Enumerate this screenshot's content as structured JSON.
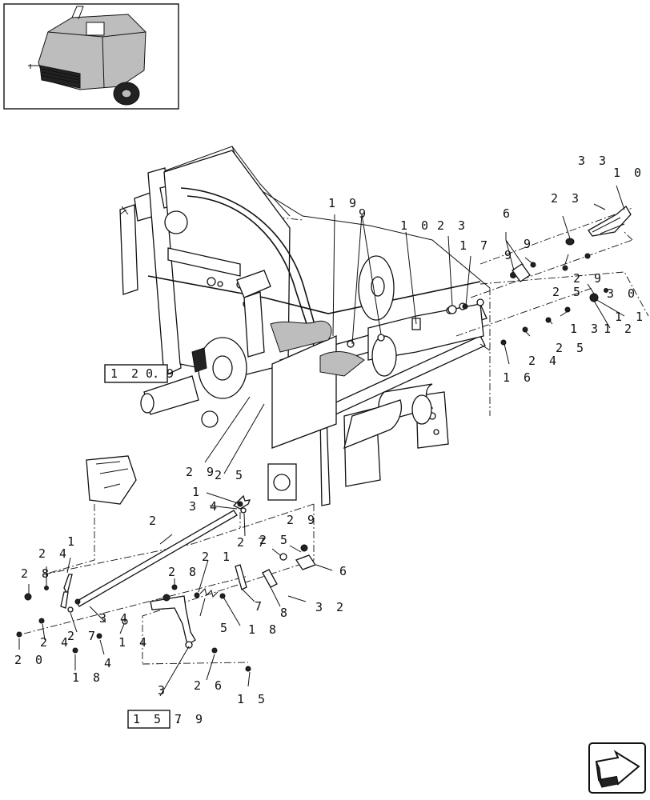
{
  "diagram": {
    "callouts": [
      {
        "id": "c33",
        "text": "3 3"
      },
      {
        "id": "c10a",
        "text": "1 0"
      },
      {
        "id": "c19",
        "text": "1 9"
      },
      {
        "id": "c9a",
        "text": "9"
      },
      {
        "id": "c10b",
        "text": "1 0"
      },
      {
        "id": "c23a",
        "text": "2 3"
      },
      {
        "id": "c17",
        "text": "1 7"
      },
      {
        "id": "c6a",
        "text": "6"
      },
      {
        "id": "c23b",
        "text": "2 3"
      },
      {
        "id": "c9b",
        "text": "9"
      },
      {
        "id": "c9c",
        "text": "9"
      },
      {
        "id": "c29a",
        "text": "2 9"
      },
      {
        "id": "c30",
        "text": "3 0"
      },
      {
        "id": "c11",
        "text": "1 1"
      },
      {
        "id": "c25a",
        "text": "2 5"
      },
      {
        "id": "c13",
        "text": "1 3"
      },
      {
        "id": "c12",
        "text": "1 2"
      },
      {
        "id": "c25b",
        "text": "2 5"
      },
      {
        "id": "c24a",
        "text": "2 4"
      },
      {
        "id": "c16",
        "text": "1 6"
      },
      {
        "id": "c29b",
        "text": "2 9"
      },
      {
        "id": "c25c",
        "text": "2 5"
      },
      {
        "id": "c1a",
        "text": "1"
      },
      {
        "id": "c34a",
        "text": "3 4"
      },
      {
        "id": "c2",
        "text": "2"
      },
      {
        "id": "c27a",
        "text": "2 7"
      },
      {
        "id": "c29c",
        "text": "2 9"
      },
      {
        "id": "c25d",
        "text": "2 5"
      },
      {
        "id": "c6b",
        "text": "6"
      },
      {
        "id": "c24b",
        "text": "2 4"
      },
      {
        "id": "c1b",
        "text": "1"
      },
      {
        "id": "c28a",
        "text": "2 8"
      },
      {
        "id": "c21",
        "text": "2 1"
      },
      {
        "id": "c28b",
        "text": "2 8"
      },
      {
        "id": "c7",
        "text": "7"
      },
      {
        "id": "c8",
        "text": "8"
      },
      {
        "id": "c32",
        "text": "3 2"
      },
      {
        "id": "c34b",
        "text": "3 4"
      },
      {
        "id": "c5",
        "text": "5"
      },
      {
        "id": "c18a",
        "text": "1 8"
      },
      {
        "id": "c27b",
        "text": "2 7"
      },
      {
        "id": "c24c",
        "text": "2 4"
      },
      {
        "id": "c14",
        "text": "1 4"
      },
      {
        "id": "c20",
        "text": "2 0"
      },
      {
        "id": "c4",
        "text": "4"
      },
      {
        "id": "c18b",
        "text": "1 8"
      },
      {
        "id": "c3",
        "text": "3"
      },
      {
        "id": "c26",
        "text": "2 6"
      },
      {
        "id": "c15",
        "text": "1 5"
      }
    ],
    "references": [
      {
        "id": "ref1209",
        "boxed": "1 2 .",
        "tail": "0 9"
      },
      {
        "id": "ref1579",
        "boxed": "1 5 .",
        "tail": "7 9"
      }
    ]
  }
}
